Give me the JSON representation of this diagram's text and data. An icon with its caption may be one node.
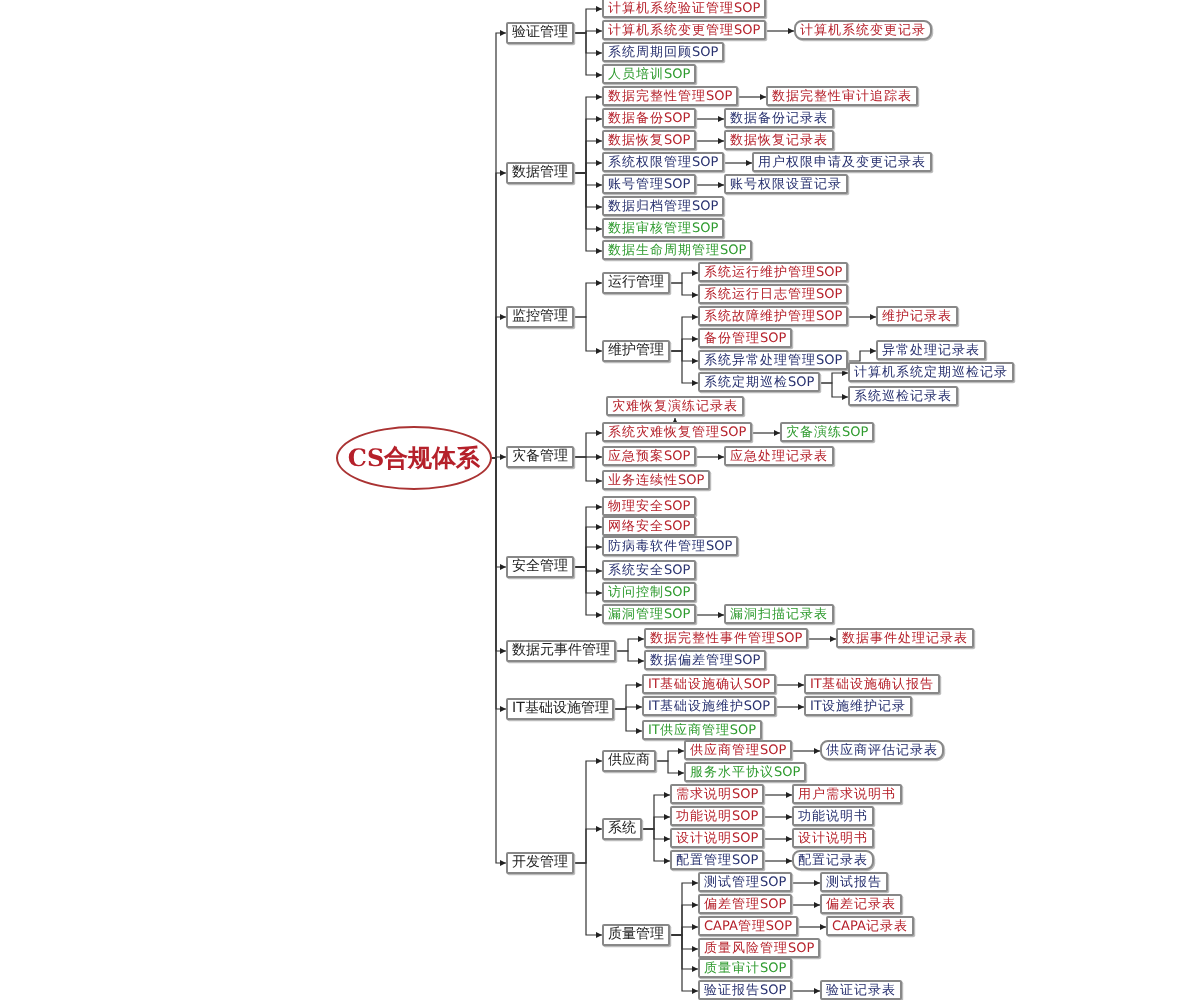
{
  "diagram": {
    "nodes": [
      {
        "text": [
          "CS合规体系"
        ]
      },
      {
        "text": [
          "验证管理"
        ]
      },
      {
        "text": [
          "计算机系统验证管理SOP"
        ]
      },
      {
        "text": [
          "计算机系统变更管理SOP"
        ]
      },
      {
        "text": [
          "计算机系统变更记录"
        ]
      },
      {
        "text": [
          "系统周期回顾SOP"
        ]
      },
      {
        "text": [
          "人员培训SOP"
        ]
      },
      {
        "text": [
          "数据管理"
        ]
      },
      {
        "text": [
          "数据完整性管理SOP"
        ]
      },
      {
        "text": [
          "数据完整性审计追踪表"
        ]
      },
      {
        "text": [
          "数据备份SOP"
        ]
      },
      {
        "text": [
          "数据备份记录表"
        ]
      },
      {
        "text": [
          "数据恢复SOP"
        ]
      },
      {
        "text": [
          "数据恢复记录表"
        ]
      },
      {
        "text": [
          "系统权限管理SOP"
        ]
      },
      {
        "text": [
          "用户权限申请及变更记录表"
        ]
      },
      {
        "text": [
          "账号管理SOP"
        ]
      },
      {
        "text": [
          "账号权限设置记录"
        ]
      },
      {
        "text": [
          "数据归档管理SOP"
        ]
      },
      {
        "text": [
          "数据审核管理SOP"
        ]
      },
      {
        "text": [
          "数据生命周期管理SOP"
        ]
      },
      {
        "text": [
          "监控管理"
        ]
      },
      {
        "text": [
          "运行管理"
        ]
      },
      {
        "text": [
          "系统运行维护管理SOP"
        ]
      },
      {
        "text": [
          "系统运行日志管理SOP"
        ]
      },
      {
        "text": [
          "维护管理"
        ]
      },
      {
        "text": [
          "系统故障维护管理SOP"
        ]
      },
      {
        "text": [
          "维护记录表"
        ]
      },
      {
        "text": [
          "备份管理SOP"
        ]
      },
      {
        "text": [
          "系统异常处理管理SOP"
        ]
      },
      {
        "text": [
          "异常处理记录表"
        ]
      },
      {
        "text": [
          "系统定期巡检SOP"
        ]
      },
      {
        "text": [
          "计算机系统定期巡检记录"
        ]
      },
      {
        "text": [
          "系统巡检记录表"
        ]
      },
      {
        "text": [
          "灾难恢复演练记录表"
        ]
      },
      {
        "text": [
          "灾备管理"
        ]
      },
      {
        "text": [
          "系统灾难恢复管理SOP"
        ]
      },
      {
        "text": [
          "灾备演练SOP"
        ]
      },
      {
        "text": [
          "应急预案SOP"
        ]
      },
      {
        "text": [
          "应急处理记录表"
        ]
      },
      {
        "text": [
          "业务连续性SOP"
        ]
      },
      {
        "text": [
          "安全管理"
        ]
      },
      {
        "text": [
          "物理安全SOP"
        ]
      },
      {
        "text": [
          "网络安全SOP"
        ]
      },
      {
        "text": [
          "防病毒软件管理SOP"
        ]
      },
      {
        "text": [
          "系统安全SOP"
        ]
      },
      {
        "text": [
          "访问控制SOP"
        ]
      },
      {
        "text": [
          "漏洞管理SOP"
        ]
      },
      {
        "text": [
          "漏洞扫描记录表"
        ]
      },
      {
        "text": [
          "数据元事件管理"
        ]
      },
      {
        "text": [
          "数据完整性事件管理SOP"
        ]
      },
      {
        "text": [
          "数据事件处理记录表"
        ]
      },
      {
        "text": [
          "数据偏差管理SOP"
        ]
      },
      {
        "text": [
          "IT基础设施管理"
        ]
      },
      {
        "text": [
          "IT基础设施确认SOP"
        ]
      },
      {
        "text": [
          "IT基础设施确认报告"
        ]
      },
      {
        "text": [
          "IT基础设施维护SOP"
        ]
      },
      {
        "text": [
          "IT设施维护记录"
        ]
      },
      {
        "text": [
          "IT供应商管理SOP"
        ]
      },
      {
        "text": [
          "开发管理"
        ]
      },
      {
        "text": [
          "供应商"
        ]
      },
      {
        "text": [
          "供应商管理SOP"
        ]
      },
      {
        "text": [
          "供应商评估记录表"
        ]
      },
      {
        "text": [
          "服务水平协议SOP"
        ]
      },
      {
        "text": [
          "系统"
        ]
      },
      {
        "text": [
          "需求说明SOP"
        ]
      },
      {
        "text": [
          "用户需求说明书"
        ]
      },
      {
        "text": [
          "功能说明SOP"
        ]
      },
      {
        "text": [
          "功能说明书"
        ]
      },
      {
        "text": [
          "设计说明SOP"
        ]
      },
      {
        "text": [
          "设计说明书"
        ]
      },
      {
        "text": [
          "配置管理SOP"
        ]
      },
      {
        "text": [
          "配置记录表"
        ]
      },
      {
        "text": [
          "质量管理"
        ]
      },
      {
        "text": [
          "测试管理SOP"
        ]
      },
      {
        "text": [
          "测试报告"
        ]
      },
      {
        "text": [
          "偏差管理SOP"
        ]
      },
      {
        "text": [
          "偏差记录表"
        ]
      },
      {
        "text": [
          "CAPA管理SOP"
        ]
      },
      {
        "text": [
          "CAPA记录表"
        ]
      },
      {
        "text": [
          "质量风险管理SOP"
        ]
      },
      {
        "text": [
          "质量审计SOP"
        ]
      },
      {
        "text": [
          "验证报告SOP"
        ]
      },
      {
        "text": [
          "验证记录表"
        ]
      }
    ],
    "edges": [
      {
        "from": 0,
        "to": 1,
        "arrow": "to"
      },
      {
        "from": 0,
        "to": 7,
        "arrow": "to"
      },
      {
        "from": 0,
        "to": 21,
        "arrow": "to"
      },
      {
        "from": 0,
        "to": 35,
        "arrow": "to"
      },
      {
        "from": 0,
        "to": 41,
        "arrow": "to"
      },
      {
        "from": 0,
        "to": 49,
        "arrow": "to"
      },
      {
        "from": 0,
        "to": 53,
        "arrow": "to"
      },
      {
        "from": 0,
        "to": 59,
        "arrow": "to"
      },
      {
        "from": 1,
        "to": 2,
        "arrow": "to"
      },
      {
        "from": 1,
        "to": 3,
        "arrow": "to"
      },
      {
        "from": 3,
        "to": 4,
        "arrow": "to"
      },
      {
        "from": 1,
        "to": 5,
        "arrow": "to"
      },
      {
        "from": 1,
        "to": 6,
        "arrow": "to"
      },
      {
        "from": 7,
        "to": 8,
        "arrow": "to"
      },
      {
        "from": 8,
        "to": 9,
        "arrow": "to"
      },
      {
        "from": 7,
        "to": 10,
        "arrow": "to"
      },
      {
        "from": 10,
        "to": 11,
        "arrow": "to"
      },
      {
        "from": 7,
        "to": 12,
        "arrow": "to"
      },
      {
        "from": 12,
        "to": 13,
        "arrow": "to"
      },
      {
        "from": 7,
        "to": 14,
        "arrow": "to"
      },
      {
        "from": 14,
        "to": 15,
        "arrow": "to"
      },
      {
        "from": 7,
        "to": 16,
        "arrow": "to"
      },
      {
        "from": 16,
        "to": 17,
        "arrow": "to"
      },
      {
        "from": 7,
        "to": 18,
        "arrow": "to"
      },
      {
        "from": 7,
        "to": 19,
        "arrow": "to"
      },
      {
        "from": 7,
        "to": 20,
        "arrow": "to"
      },
      {
        "from": 21,
        "to": 22,
        "arrow": "to"
      },
      {
        "from": 22,
        "to": 23,
        "arrow": "to"
      },
      {
        "from": 22,
        "to": 24,
        "arrow": "to"
      },
      {
        "from": 21,
        "to": 25,
        "arrow": "to"
      },
      {
        "from": 25,
        "to": 26,
        "arrow": "to"
      },
      {
        "from": 26,
        "to": 27,
        "arrow": "to"
      },
      {
        "from": 25,
        "to": 28,
        "arrow": "to"
      },
      {
        "from": 25,
        "to": 29,
        "arrow": "to"
      },
      {
        "from": 29,
        "to": 30,
        "arrow": "to"
      },
      {
        "from": 25,
        "to": 31,
        "arrow": "to"
      },
      {
        "from": 31,
        "to": 32,
        "arrow": "to"
      },
      {
        "from": 31,
        "to": 33,
        "arrow": "to"
      },
      {
        "from": 36,
        "to": 34,
        "arrow": "to"
      },
      {
        "from": 35,
        "to": 36,
        "arrow": "to"
      },
      {
        "from": 36,
        "to": 37,
        "arrow": "to"
      },
      {
        "from": 35,
        "to": 38,
        "arrow": "to"
      },
      {
        "from": 38,
        "to": 39,
        "arrow": "to"
      },
      {
        "from": 35,
        "to": 40,
        "arrow": "to"
      },
      {
        "from": 41,
        "to": 42,
        "arrow": "to"
      },
      {
        "from": 41,
        "to": 43,
        "arrow": "to"
      },
      {
        "from": 41,
        "to": 44,
        "arrow": "to"
      },
      {
        "from": 41,
        "to": 45,
        "arrow": "to"
      },
      {
        "from": 41,
        "to": 46,
        "arrow": "to"
      },
      {
        "from": 41,
        "to": 47,
        "arrow": "to"
      },
      {
        "from": 47,
        "to": 48,
        "arrow": "to"
      },
      {
        "from": 49,
        "to": 50,
        "arrow": "to"
      },
      {
        "from": 50,
        "to": 51,
        "arrow": "to"
      },
      {
        "from": 49,
        "to": 52,
        "arrow": "to"
      },
      {
        "from": 53,
        "to": 54,
        "arrow": "to"
      },
      {
        "from": 54,
        "to": 55,
        "arrow": "to"
      },
      {
        "from": 53,
        "to": 56,
        "arrow": "to"
      },
      {
        "from": 56,
        "to": 57,
        "arrow": "to"
      },
      {
        "from": 53,
        "to": 58,
        "arrow": "to"
      },
      {
        "from": 59,
        "to": 60,
        "arrow": "to"
      },
      {
        "from": 60,
        "to": 61,
        "arrow": "to"
      },
      {
        "from": 61,
        "to": 62,
        "arrow": "to"
      },
      {
        "from": 60,
        "to": 63,
        "arrow": "to"
      },
      {
        "from": 59,
        "to": 64,
        "arrow": "to"
      },
      {
        "from": 64,
        "to": 65,
        "arrow": "to"
      },
      {
        "from": 65,
        "to": 66,
        "arrow": "to"
      },
      {
        "from": 64,
        "to": 67,
        "arrow": "to"
      },
      {
        "from": 67,
        "to": 68,
        "arrow": "to"
      },
      {
        "from": 64,
        "to": 69,
        "arrow": "to"
      },
      {
        "from": 69,
        "to": 70,
        "arrow": "to"
      },
      {
        "from": 64,
        "to": 71,
        "arrow": "to"
      },
      {
        "from": 71,
        "to": 72,
        "arrow": "to"
      },
      {
        "from": 59,
        "to": 73,
        "arrow": "to"
      },
      {
        "from": 73,
        "to": 74,
        "arrow": "to"
      },
      {
        "from": 74,
        "to": 75,
        "arrow": "to"
      },
      {
        "from": 73,
        "to": 76,
        "arrow": "to"
      },
      {
        "from": 76,
        "to": 77,
        "arrow": "to"
      },
      {
        "from": 73,
        "to": 78,
        "arrow": "to"
      },
      {
        "from": 78,
        "to": 79,
        "arrow": "to"
      },
      {
        "from": 73,
        "to": 80,
        "arrow": "to"
      },
      {
        "from": 73,
        "to": 81,
        "arrow": "to"
      },
      {
        "from": 73,
        "to": 82,
        "arrow": "to"
      },
      {
        "from": 82,
        "to": 83,
        "arrow": "to"
      }
    ]
  }
}
